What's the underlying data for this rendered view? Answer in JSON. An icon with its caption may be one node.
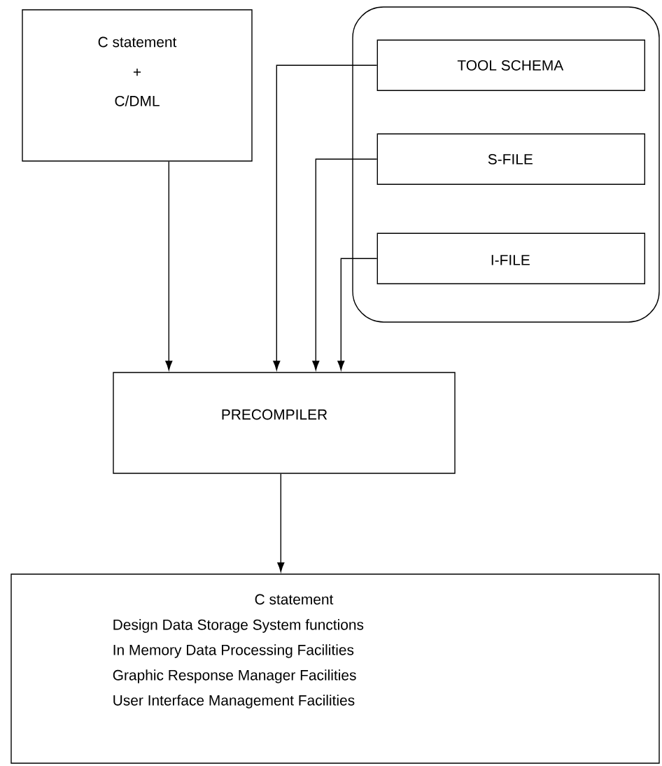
{
  "diagram": {
    "nodes": [
      {
        "text": [
          "C statement",
          "+",
          "C/DML"
        ]
      },
      {
        "text": [],
        "shape": "box"
      },
      {
        "text": [
          "TOOL SCHEMA"
        ],
        "in": 1
      },
      {
        "text": [
          "S-FILE"
        ],
        "in": 1
      },
      {
        "text": [
          "I-FILE"
        ],
        "in": 1
      },
      {
        "text": [
          "PRECOMPILER"
        ]
      },
      {
        "text": [
          "C statement",
          "Design Data Storage System functions",
          "In Memory Data Processing Facilities",
          "Graphic Response Manager Facilities",
          "User Interface Management Facilities"
        ]
      }
    ],
    "edges": [
      {
        "from": 0,
        "to": 5,
        "arrow": "to"
      },
      {
        "from": 2,
        "to": 5,
        "arrow": "to"
      },
      {
        "from": 3,
        "to": 5,
        "arrow": "to"
      },
      {
        "from": 4,
        "to": 5,
        "arrow": "to"
      },
      {
        "from": 5,
        "to": 6,
        "arrow": "to"
      }
    ]
  }
}
